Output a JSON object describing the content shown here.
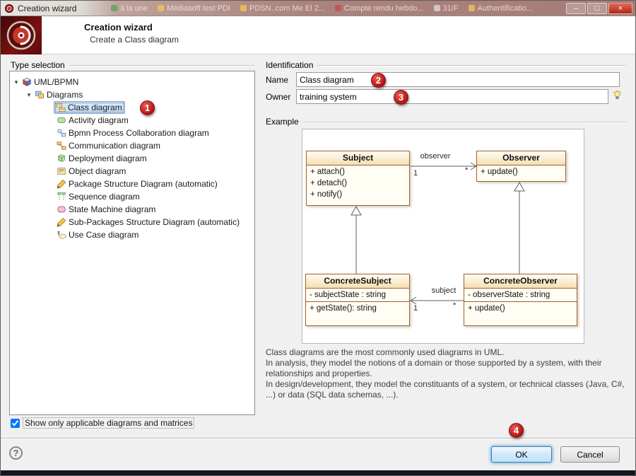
{
  "window": {
    "title": "Creation wizard",
    "background_tabs": [
      "à la une",
      "Médiasoft test PDI",
      "PDSN..com Me El 2...",
      "Compte rendu hebdo...",
      "31/F",
      "Authentificatio..."
    ],
    "controls": {
      "minimize": "–",
      "maximize": "□",
      "close": "×"
    }
  },
  "header": {
    "title": "Creation wizard",
    "subtitle": "Create a Class diagram"
  },
  "type_selection": {
    "label": "Type selection",
    "expander": "▾",
    "root": "UML/BPMN",
    "group": "Diagrams",
    "items": [
      "Class diagram",
      "Activity diagram",
      "Bpmn Process Collaboration diagram",
      "Communication diagram",
      "Deployment diagram",
      "Object diagram",
      "Package Structure Diagram (automatic)",
      "Sequence diagram",
      "State Machine diagram",
      "Sub-Packages Structure Diagram (automatic)",
      "Use Case diagram"
    ],
    "checkbox_label": "Show only applicable diagrams and matrices"
  },
  "identification": {
    "label": "Identification",
    "name_label": "Name",
    "name_value": "Class diagram",
    "owner_label": "Owner",
    "owner_value": "training system"
  },
  "example": {
    "label": "Example",
    "description": [
      "Class diagrams are the most commonly used diagrams in UML.",
      "In analysis, they model the notions of a domain or those supported by a system, with their relationships and properties.",
      "In design/development, they model the constituants of a system, or technical classes (Java, C#, ...) or data (SQL data schemas, ...)."
    ],
    "diagram": {
      "classes": [
        {
          "name": "Subject",
          "operations": [
            "+ attach()",
            "+ detach()",
            "+ notify()"
          ]
        },
        {
          "name": "Observer",
          "operations": [
            "+ update()"
          ]
        },
        {
          "name": "ConcreteSubject",
          "attributes": [
            "- subjectState : string"
          ],
          "operations": [
            "+ getState(): string"
          ]
        },
        {
          "name": "ConcreteObserver",
          "attributes": [
            "- observerState : string"
          ],
          "operations": [
            "+ update()"
          ]
        }
      ],
      "associations": [
        {
          "name": "observer",
          "source_mult": "1",
          "target_mult": "*"
        },
        {
          "name": "subject",
          "source_mult": "1",
          "target_mult": "*"
        }
      ]
    }
  },
  "footer": {
    "help": "?",
    "ok": "OK",
    "cancel": "Cancel"
  },
  "badges": {
    "step1": "1",
    "step2": "2",
    "step3": "3",
    "step4": "4"
  }
}
